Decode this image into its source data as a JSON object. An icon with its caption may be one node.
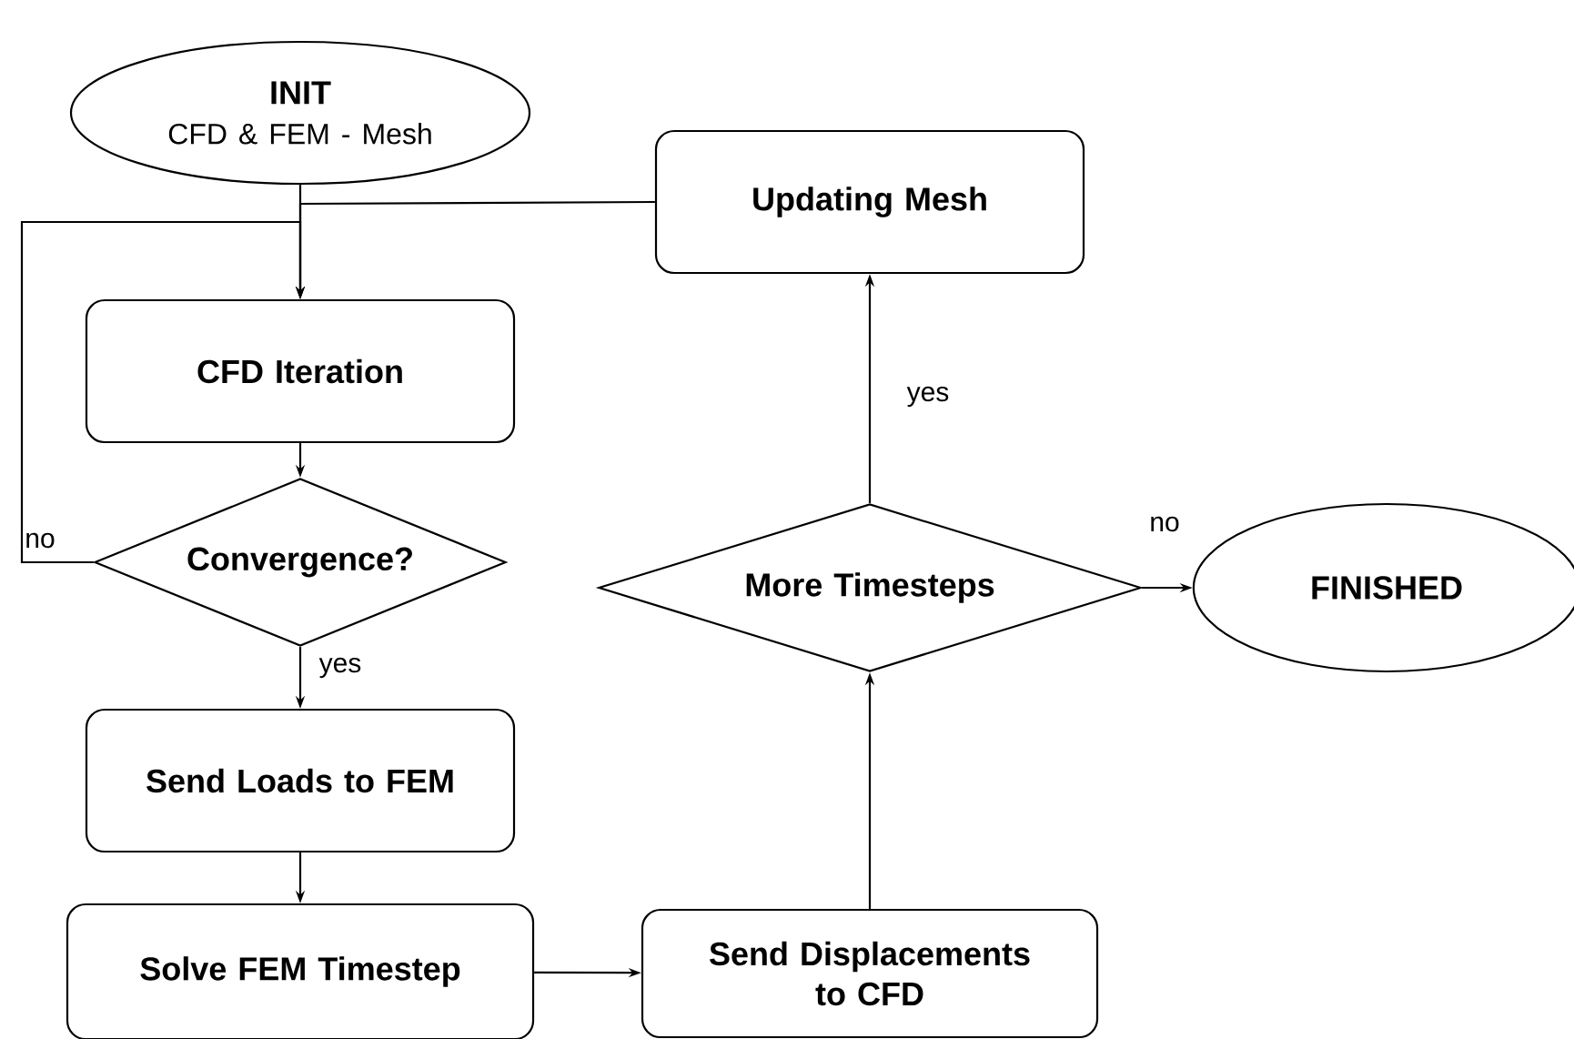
{
  "diagram": {
    "nodes": [
      {
        "text": [
          "INIT",
          "CFD & FEM - Mesh"
        ]
      },
      {
        "text": [
          "Updating Mesh"
        ]
      },
      {
        "text": [
          "CFD Iteration"
        ]
      },
      {
        "text": [
          "Convergence?"
        ]
      },
      {
        "text": [
          "More Timesteps"
        ]
      },
      {
        "text": [
          "FINISHED"
        ]
      },
      {
        "text": [
          "Send Loads to FEM"
        ]
      },
      {
        "text": [
          "Solve FEM Timestep"
        ]
      },
      {
        "text": [
          "Send Displacements to CFD"
        ]
      }
    ],
    "edges": [
      {
        "from": 0,
        "to": 2,
        "arrow": "to"
      },
      {
        "from": 1,
        "to": 2,
        "arrow": "to"
      },
      {
        "from": 3,
        "to": 2,
        "arrow": "to",
        "label": "no"
      },
      {
        "from": 2,
        "to": 3,
        "arrow": "to"
      },
      {
        "from": 3,
        "to": 6,
        "arrow": "to",
        "label": "yes"
      },
      {
        "from": 6,
        "to": 7,
        "arrow": "to"
      },
      {
        "from": 7,
        "to": 8,
        "arrow": "to"
      },
      {
        "from": 8,
        "to": 4,
        "arrow": "to"
      },
      {
        "from": 4,
        "to": 1,
        "arrow": "to",
        "label": "yes"
      },
      {
        "from": 4,
        "to": 5,
        "arrow": "to",
        "label": "no"
      }
    ]
  }
}
